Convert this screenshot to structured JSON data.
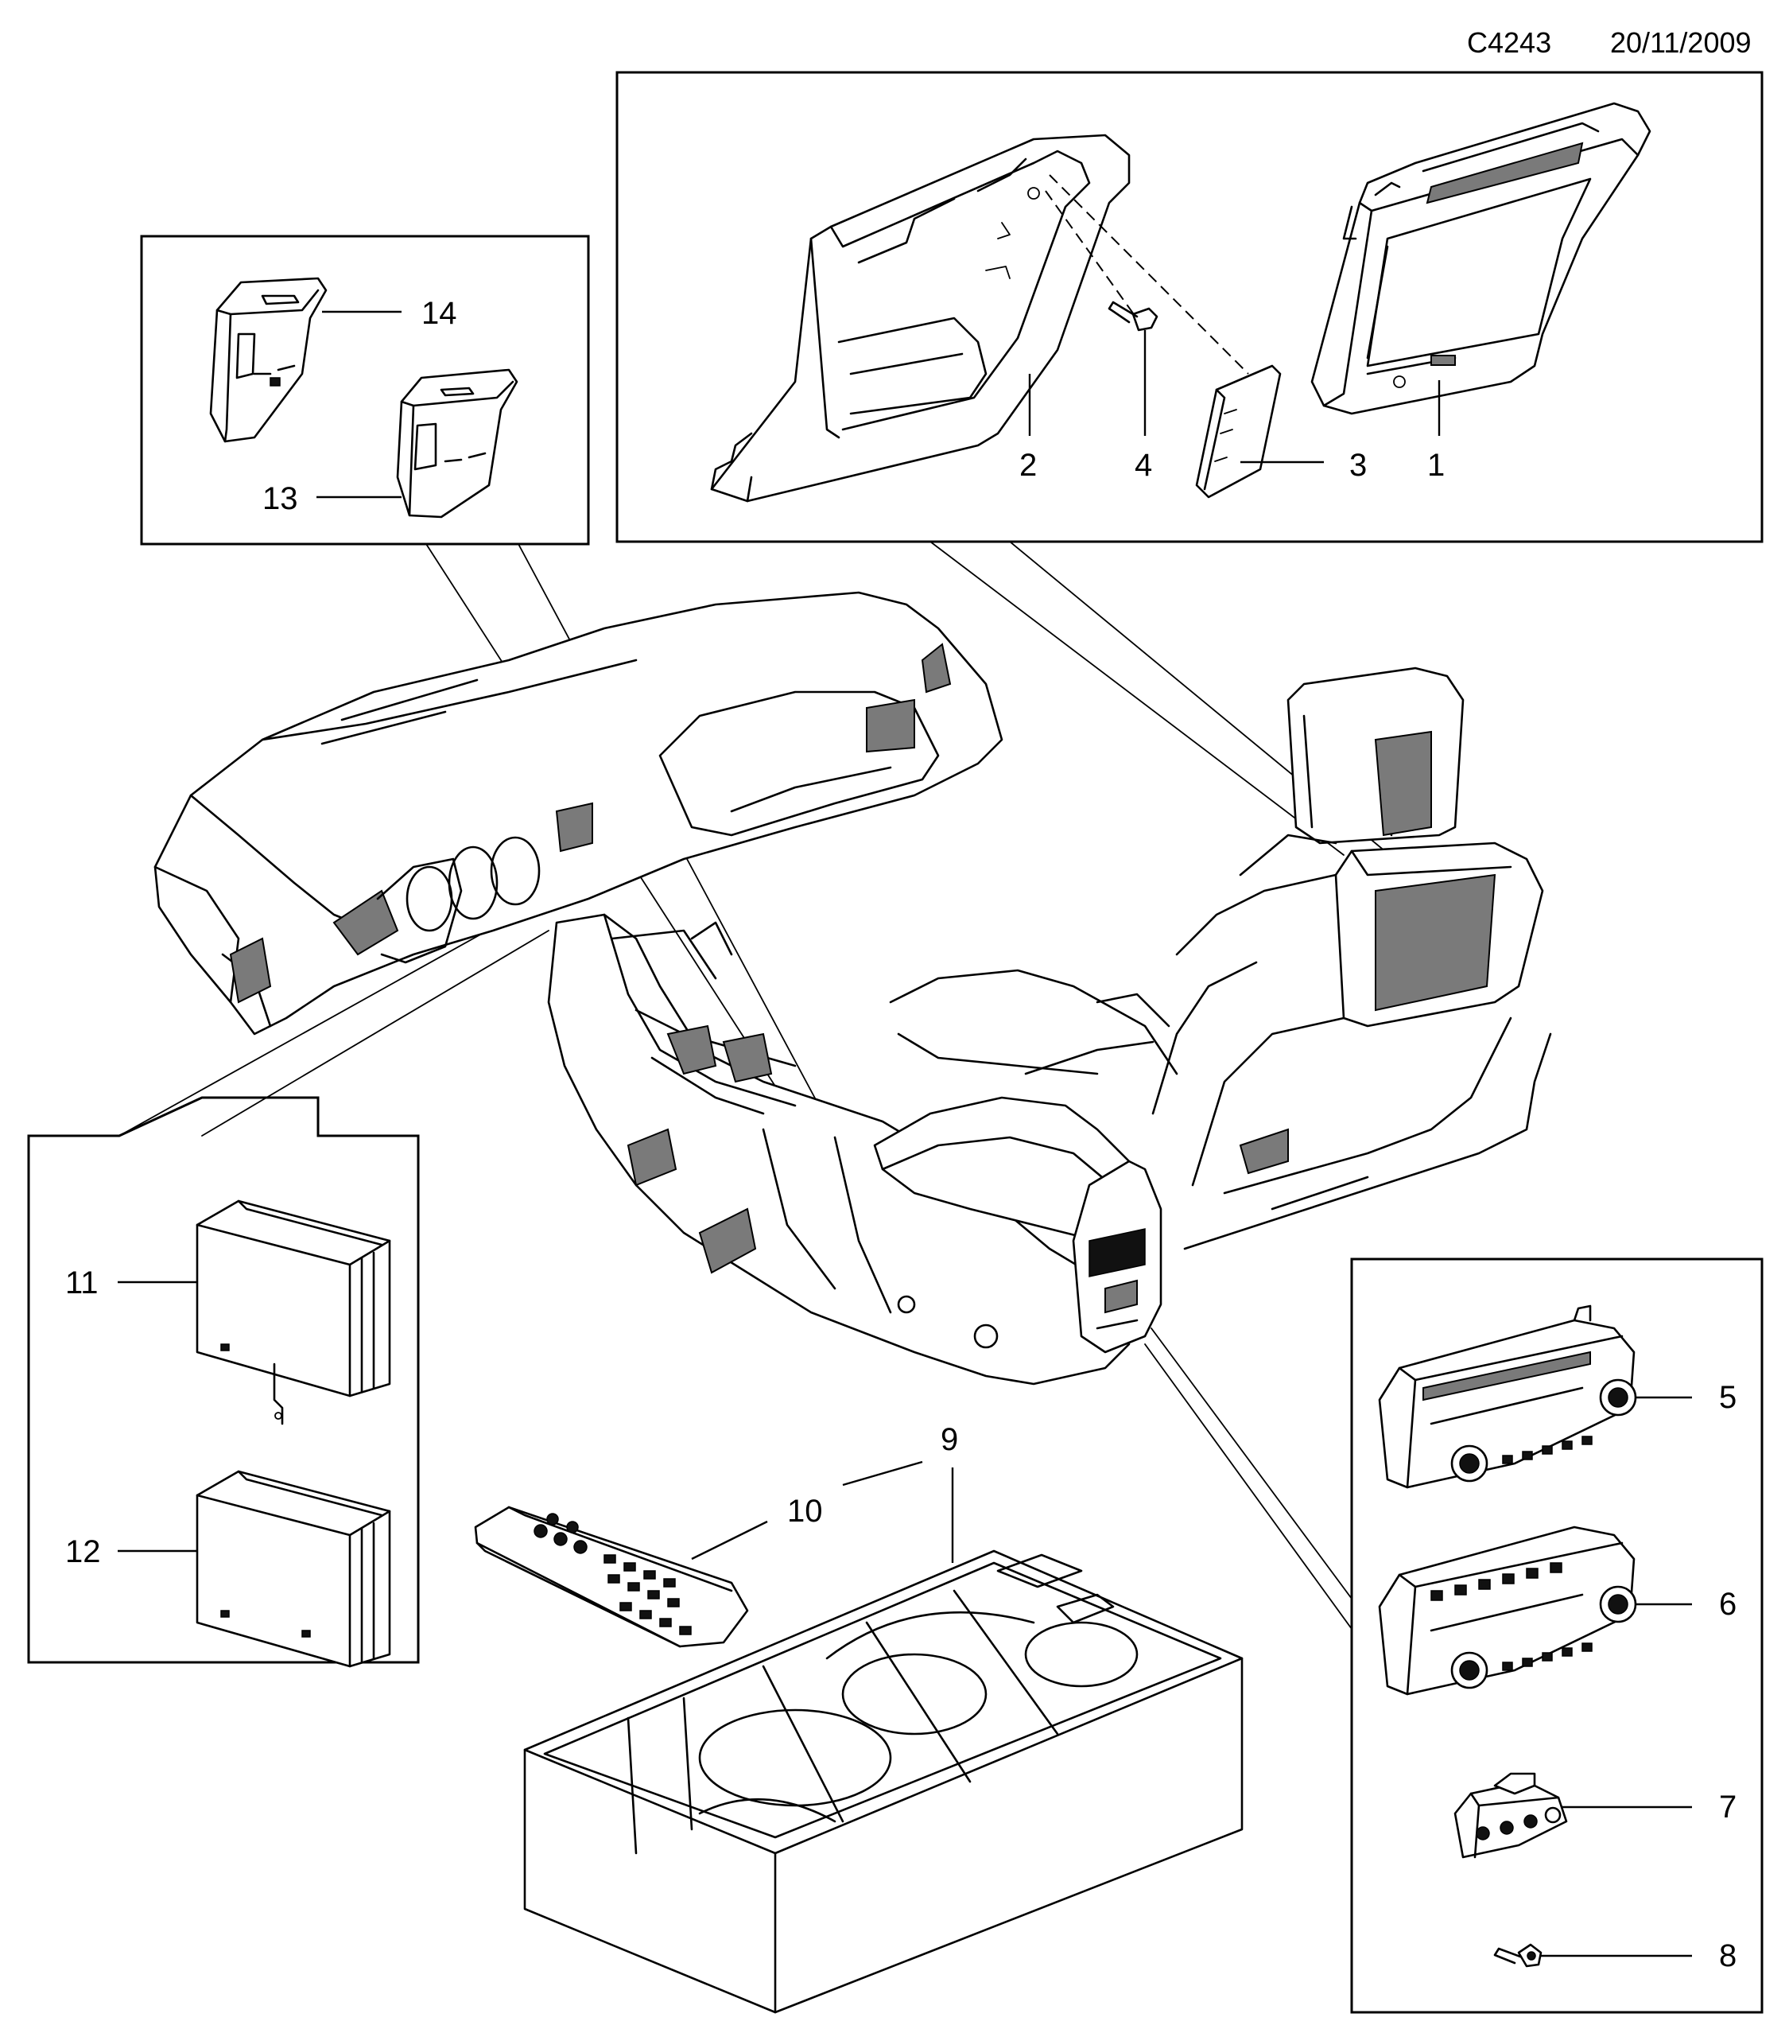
{
  "header": {
    "code": "C4243",
    "date": "20/11/2009"
  },
  "callouts": {
    "c1": "1",
    "c2": "2",
    "c3": "3",
    "c4": "4",
    "c5": "5",
    "c6": "6",
    "c7": "7",
    "c8": "8",
    "c9": "9",
    "c10": "10",
    "c11": "11",
    "c12": "12",
    "c13": "13",
    "c14": "14"
  }
}
